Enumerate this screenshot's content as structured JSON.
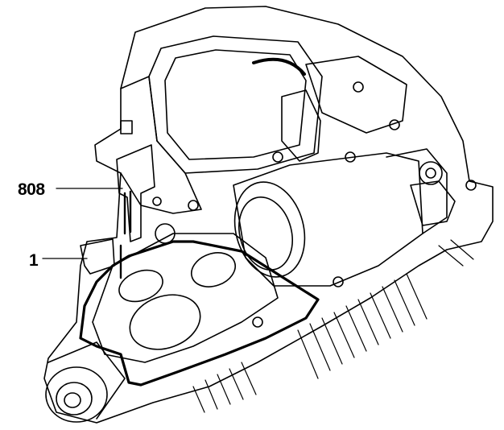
{
  "callouts": [
    {
      "id": "808",
      "label": "808"
    },
    {
      "id": "1",
      "label": "1"
    }
  ],
  "colors": {
    "ink": "#000000",
    "paper": "#ffffff"
  },
  "subject": "power-tool-housing-exploded-view"
}
